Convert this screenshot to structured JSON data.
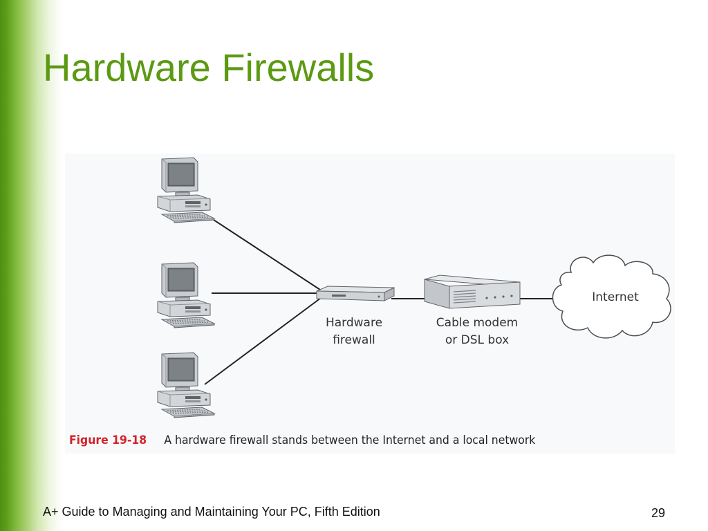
{
  "slide": {
    "title": "Hardware Firewalls",
    "footer": "A+ Guide to Managing and Maintaining Your PC, Fifth Edition",
    "page_number": "29",
    "accent_color": "#5b9a12"
  },
  "figure": {
    "label": "Figure 19-18",
    "caption": "A hardware firewall stands between the Internet and a local network",
    "label_color": "#d2232a",
    "firewall_label_line1": "Hardware",
    "firewall_label_line2": "firewall",
    "modem_label_line1": "Cable modem",
    "modem_label_line2": "or DSL box",
    "internet_label": "Internet",
    "computer_icon": "desktop-computer-icon",
    "firewall_icon": "hardware-firewall-device-icon",
    "modem_icon": "cable-modem-box-icon",
    "internet_icon": "cloud-icon"
  }
}
